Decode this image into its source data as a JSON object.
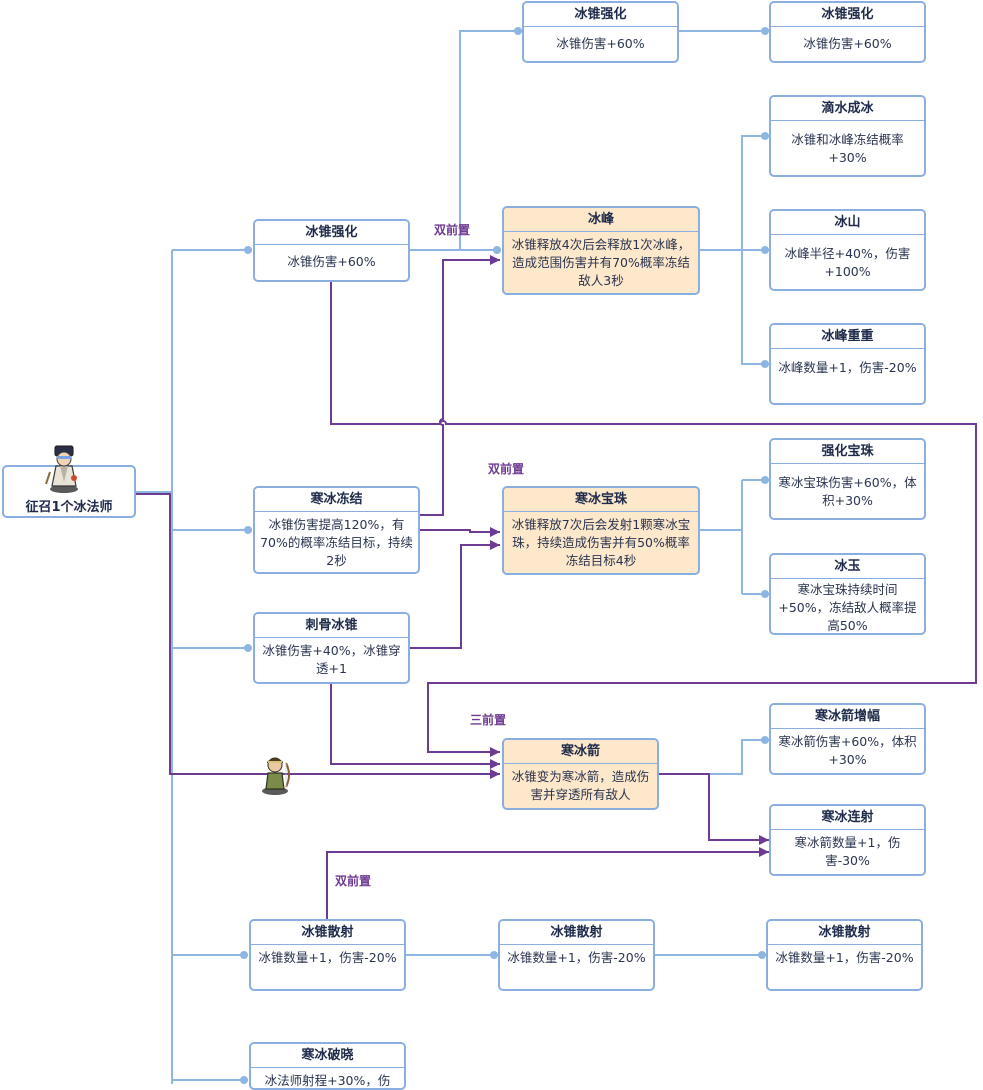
{
  "root": {
    "title": "征召1个冰法师"
  },
  "nodes": {
    "n1": {
      "title": "冰锥强化",
      "body": "冰锥伤害+60%"
    },
    "n2": {
      "title": "冰锥强化",
      "body": "冰锥伤害+60%"
    },
    "n3": {
      "title": "冰锥强化",
      "body": "冰锥伤害+60%"
    },
    "n4": {
      "title": "冰峰",
      "body": "冰锥释放4次后会释放1次冰峰，造成范围伤害并有70%概率冻结敌人3秒"
    },
    "n5": {
      "title": "滴水成冰",
      "body": "冰锥和冰峰冻结概率+30%"
    },
    "n6": {
      "title": "冰山",
      "body": "冰峰半径+40%，伤害+100%"
    },
    "n7": {
      "title": "冰峰重重",
      "body": "冰峰数量+1，伤害-20%"
    },
    "n8": {
      "title": "寒冰冻结",
      "body": "冰锥伤害提高120%，有70%的概率冻结目标，持续2秒"
    },
    "n9": {
      "title": "寒冰宝珠",
      "body": "冰锥释放7次后会发射1颗寒冰宝珠，持续造成伤害并有50%概率冻结目标4秒"
    },
    "n10": {
      "title": "强化宝珠",
      "body": "寒冰宝珠伤害+60%，体积+30%"
    },
    "n11": {
      "title": "冰玉",
      "body": "寒冰宝珠持续时间+50%，冻结敌人概率提高50%"
    },
    "n12": {
      "title": "刺骨冰锥",
      "body": "冰锥伤害+40%，冰锥穿透+1"
    },
    "n13": {
      "title": "寒冰箭",
      "body": "冰锥变为寒冰箭，造成伤害并穿透所有敌人"
    },
    "n14": {
      "title": "寒冰箭增幅",
      "body": "寒冰箭伤害+60%，体积+30%"
    },
    "n15": {
      "title": "寒冰连射",
      "body": "寒冰箭数量+1，伤害-30%"
    },
    "n16": {
      "title": "冰锥散射",
      "body": "冰锥数量+1，伤害-20%"
    },
    "n17": {
      "title": "冰锥散射",
      "body": "冰锥数量+1，伤害-20%"
    },
    "n18": {
      "title": "冰锥散射",
      "body": "冰锥数量+1，伤害-20%"
    },
    "n19": {
      "title": "寒冰破晓",
      "body": "冰法师射程+30%，伤"
    }
  },
  "labels": {
    "double1": "双前置",
    "double2": "双前置",
    "triple": "三前置",
    "double3": "双前置"
  },
  "icons": {
    "root_avatar": "ice-mage-icon",
    "branch_avatar": "archer-icon"
  },
  "colors": {
    "line_blue": "#8fb6e3",
    "line_purple": "#6e3b92",
    "highlight_fill": "#fde8cb",
    "border": "#8aaee0"
  }
}
